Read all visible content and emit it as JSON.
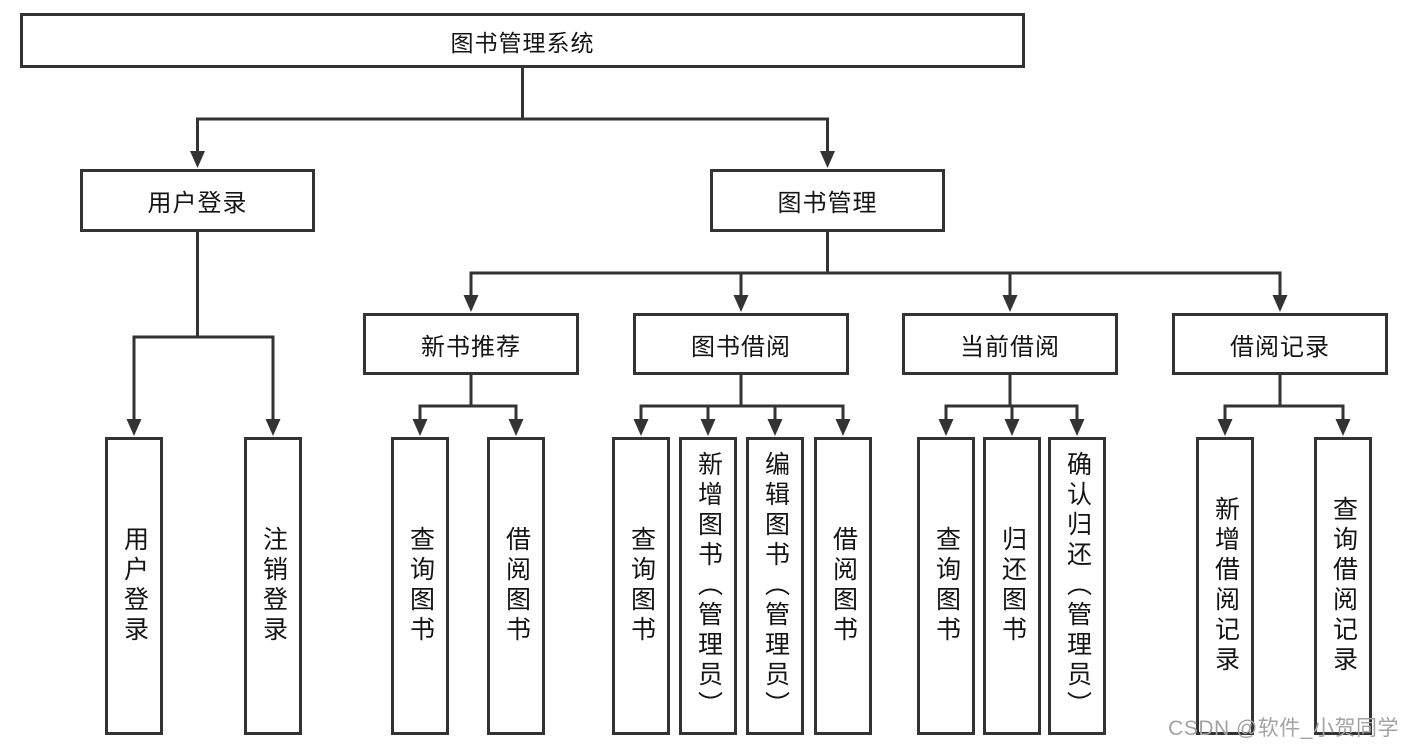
{
  "diagram": {
    "title_node": {
      "label": "图书管理系统"
    },
    "level2": [
      {
        "label": "用户登录"
      },
      {
        "label": "图书管理"
      }
    ],
    "level3": [
      {
        "label": "新书推荐"
      },
      {
        "label": "图书借阅"
      },
      {
        "label": "当前借阅"
      },
      {
        "label": "借阅记录"
      }
    ],
    "leaves": [
      {
        "label": "用户登录",
        "parent": "用户登录"
      },
      {
        "label": "注销登录",
        "parent": "用户登录"
      },
      {
        "label": "查询图书",
        "parent": "新书推荐"
      },
      {
        "label": "借阅图书",
        "parent": "新书推荐"
      },
      {
        "label": "查询图书",
        "parent": "图书借阅"
      },
      {
        "label": "新增图书（管理员）",
        "parent": "图书借阅"
      },
      {
        "label": "编辑图书（管理员）",
        "parent": "图书借阅"
      },
      {
        "label": "借阅图书",
        "parent": "图书借阅"
      },
      {
        "label": "查询图书",
        "parent": "当前借阅"
      },
      {
        "label": "归还图书",
        "parent": "当前借阅"
      },
      {
        "label": "确认归还（管理员）",
        "parent": "当前借阅"
      },
      {
        "label": "新增借阅记录",
        "parent": "借阅记录"
      },
      {
        "label": "查询借阅记录",
        "parent": "借阅记录"
      }
    ]
  },
  "watermark": {
    "text": "CSDN @软件_小贺同学"
  },
  "colors": {
    "line": "#333333",
    "box_border": "#333333",
    "text": "#141414",
    "watermark": "#a3a3a3",
    "background": "#ffffff"
  }
}
